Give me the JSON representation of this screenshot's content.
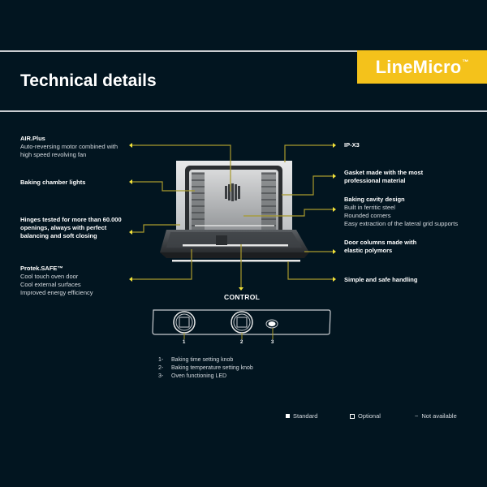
{
  "header": {
    "title": "Technical details",
    "brand": "LineMicro",
    "brand_mark": "™"
  },
  "colors": {
    "background": "#021520",
    "brand_yellow": "#f4c21b",
    "callout_line": "#a89a2c",
    "arrow_tip": "#f2e23a",
    "rule": "#c9ccd0"
  },
  "callouts_left": [
    {
      "heading": "AIR.Plus",
      "lines": [
        "Auto-reversing motor combined with",
        "high speed revolving fan"
      ]
    },
    {
      "heading": "Baking chamber lights",
      "lines": []
    },
    {
      "heading": "Hinges tested for more than 60.000",
      "lines_bold": [
        "openings, always with perfect",
        "balancing and soft closing"
      ]
    },
    {
      "heading": "Protek.SAFE™",
      "lines": [
        "Cool touch oven door",
        "Cool external surfaces",
        "Improved energy efficiency"
      ]
    }
  ],
  "callouts_right": [
    {
      "heading": "IP-X3",
      "lines": []
    },
    {
      "heading": "Gasket made with the most",
      "lines_bold": [
        "professional material"
      ]
    },
    {
      "heading": "Baking cavity design",
      "lines": [
        "Built in ferritic steel",
        "Rounded corners",
        "Easy extraction of the lateral grid supports"
      ]
    },
    {
      "heading": "Door columns made with",
      "lines_bold": [
        "elastic polymors"
      ]
    },
    {
      "heading": "Simple and safe handling",
      "lines": []
    }
  ],
  "control": {
    "title": "CONTROL",
    "knob_numbers": [
      "1",
      "2",
      "3"
    ],
    "items": [
      {
        "num": "1-",
        "label": "Baking time setting knob"
      },
      {
        "num": "2-",
        "label": "Baking temperature setting knob"
      },
      {
        "num": "3-",
        "label": "Oven functioning LED"
      }
    ]
  },
  "legend": {
    "standard": "Standard",
    "optional": "Optional",
    "not_available_symbol": "~",
    "not_available": "Not available"
  }
}
